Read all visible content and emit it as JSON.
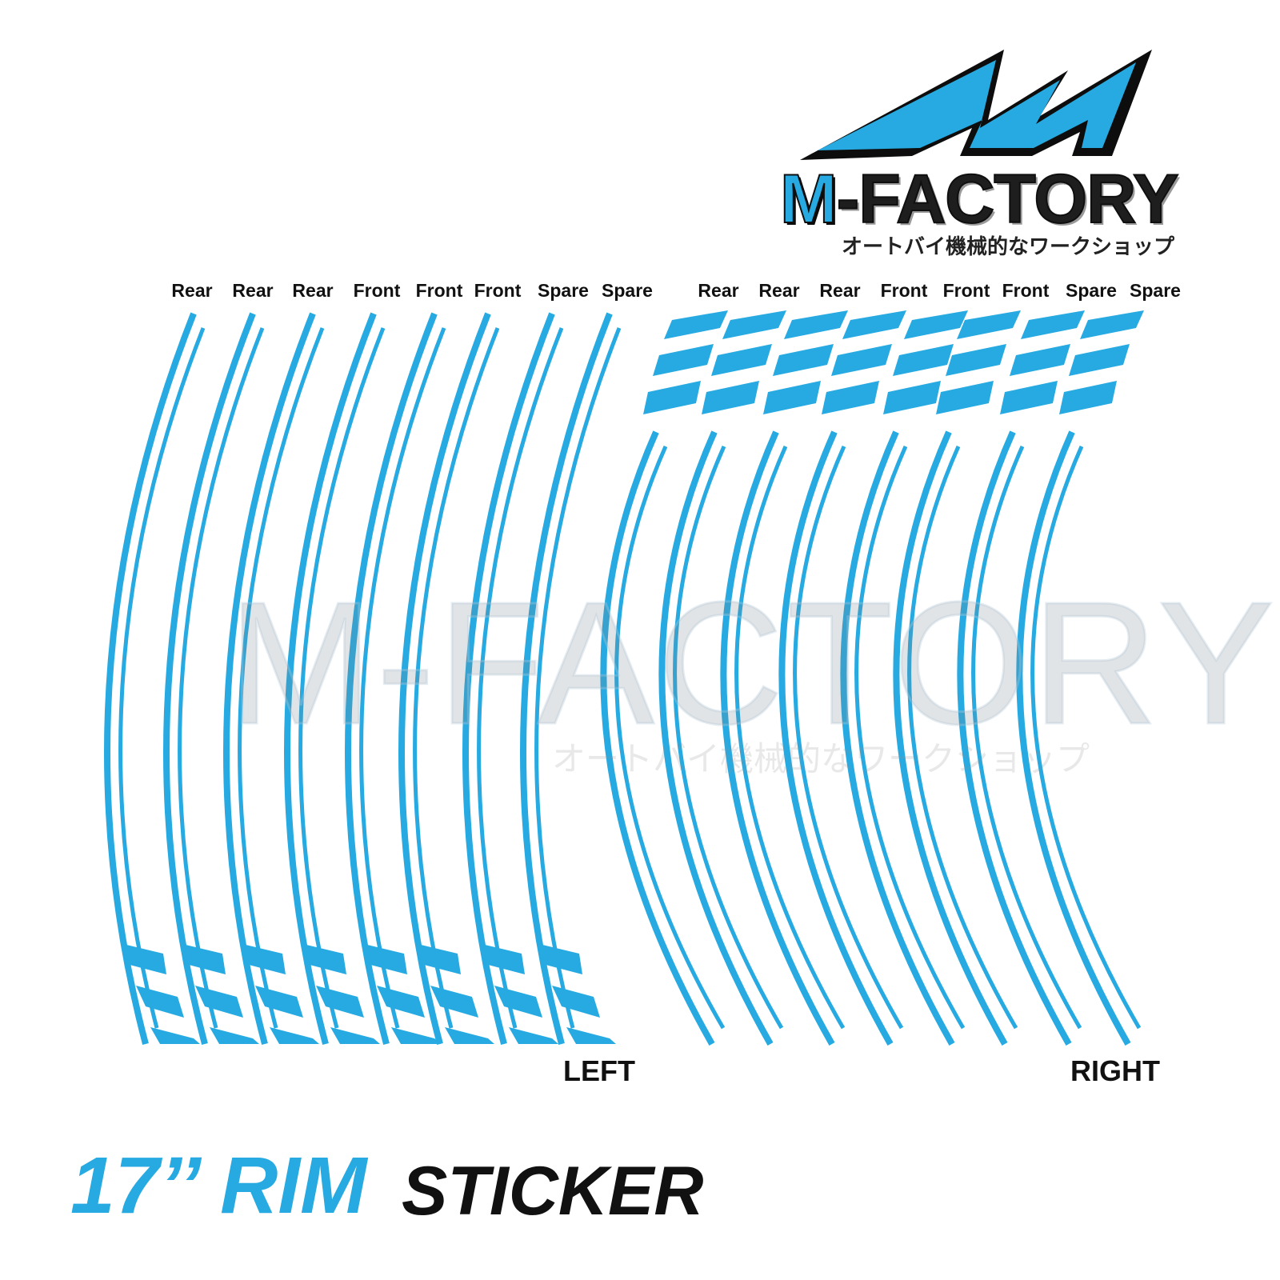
{
  "brand": {
    "name_prefix": "M",
    "name_rest": "-FACTORY",
    "tagline": "オートバイ機械的なワークショップ",
    "logo_icon": "m-factory-logo-icon",
    "accent_color": "#27aae1"
  },
  "watermark": {
    "name": "M-FACTORY",
    "tagline": "オートバイ機械的なワークショップ"
  },
  "left_set": {
    "side_label": "LEFT",
    "strip_labels": [
      "Rear",
      "Rear",
      "Rear",
      "Front",
      "Front",
      "Front",
      "Spare",
      "Spare"
    ]
  },
  "right_set": {
    "side_label": "RIGHT",
    "strip_labels": [
      "Rear",
      "Rear",
      "Rear",
      "Front",
      "Front",
      "Front",
      "Spare",
      "Spare"
    ]
  },
  "title": {
    "size": "17’’ RIM",
    "product": "STICKER"
  },
  "colors": {
    "stripe": "#27aae1",
    "text": "#111111"
  }
}
